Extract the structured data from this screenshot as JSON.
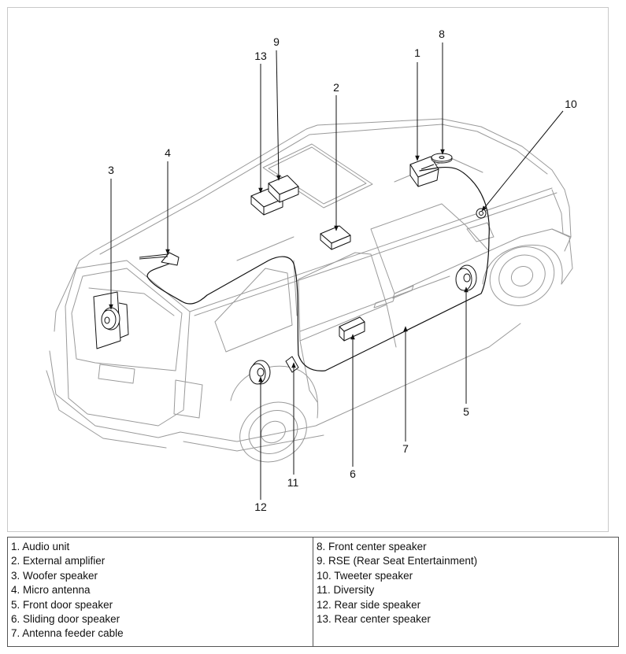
{
  "callouts": {
    "c1": "1",
    "c2": "2",
    "c3": "3",
    "c4": "4",
    "c5": "5",
    "c6": "6",
    "c7": "7",
    "c8": "8",
    "c9": "9",
    "c10": "10",
    "c11": "11",
    "c12": "12",
    "c13": "13"
  },
  "legend": {
    "left": [
      "1. Audio unit",
      "2. External amplifier",
      "3. Woofer speaker",
      "4. Micro antenna",
      "5. Front door speaker",
      "6. Sliding door speaker",
      "7. Antenna feeder cable"
    ],
    "right": [
      "8. Front center speaker",
      "9. RSE (Rear Seat Entertainment)",
      "10. Tweeter speaker",
      "11. Diversity",
      "12. Rear side speaker",
      "13. Rear center speaker"
    ]
  },
  "colors": {
    "line": "#111111",
    "car_outline": "#9a9a9a",
    "border": "#555555"
  }
}
